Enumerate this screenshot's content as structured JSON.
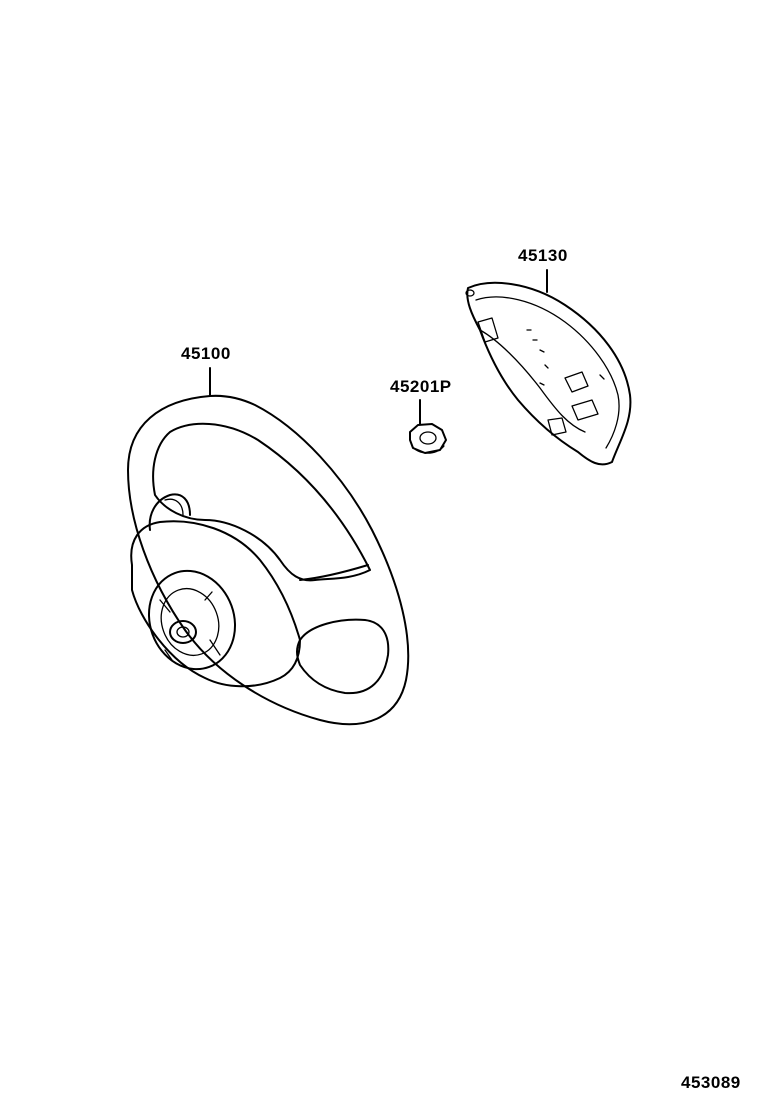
{
  "parts": {
    "steering_wheel": "45100",
    "nut": "45201P",
    "horn_pad": "45130"
  },
  "illustration_code": "453089"
}
